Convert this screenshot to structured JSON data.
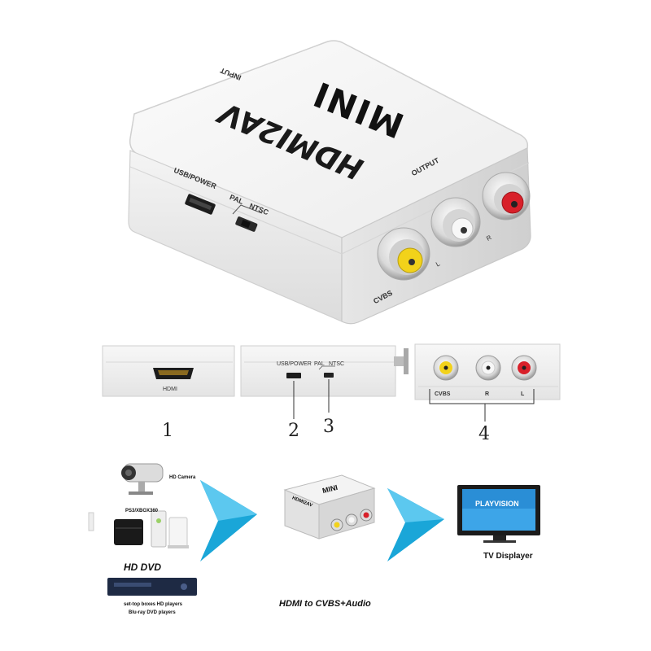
{
  "device": {
    "brand_top": "MINI",
    "model": "HDMI2AV",
    "input_label": "INPUT",
    "output_label": "OUTPUT",
    "usb_power": "USB/POWER",
    "pal": "PAL",
    "ntsc": "NTSC",
    "cvbs": "CVBS",
    "l": "L",
    "r": "R"
  },
  "panels": {
    "hdmi_label": "HDMI",
    "usb_power": "USB/POWER",
    "pal": "PAL",
    "ntsc": "NTSC",
    "cvbs": "CVBS",
    "r": "R",
    "l": "L"
  },
  "callouts": [
    "1",
    "2",
    "3",
    "4"
  ],
  "diagram": {
    "hd_camera": "HD Camera",
    "consoles": "PS3/XBOX360",
    "hd_dvd": "HD DVD",
    "players_line1": "set-top boxes  HD players",
    "players_line2": "Blu-ray DVD players",
    "screen_text": "PLAYVISION",
    "tv_caption": "TV Displayer",
    "mini_device_brand": "MINI",
    "mini_device_model": "HDMI2AV",
    "bottom_caption": "HDMI to CVBS+Audio"
  },
  "colors": {
    "arrow_blue": "#1aa6d8",
    "rca_yellow": "#f2d21a",
    "rca_white": "#f4f4f4",
    "rca_red": "#d8202a",
    "screen_blue": "#2a8ed6"
  }
}
